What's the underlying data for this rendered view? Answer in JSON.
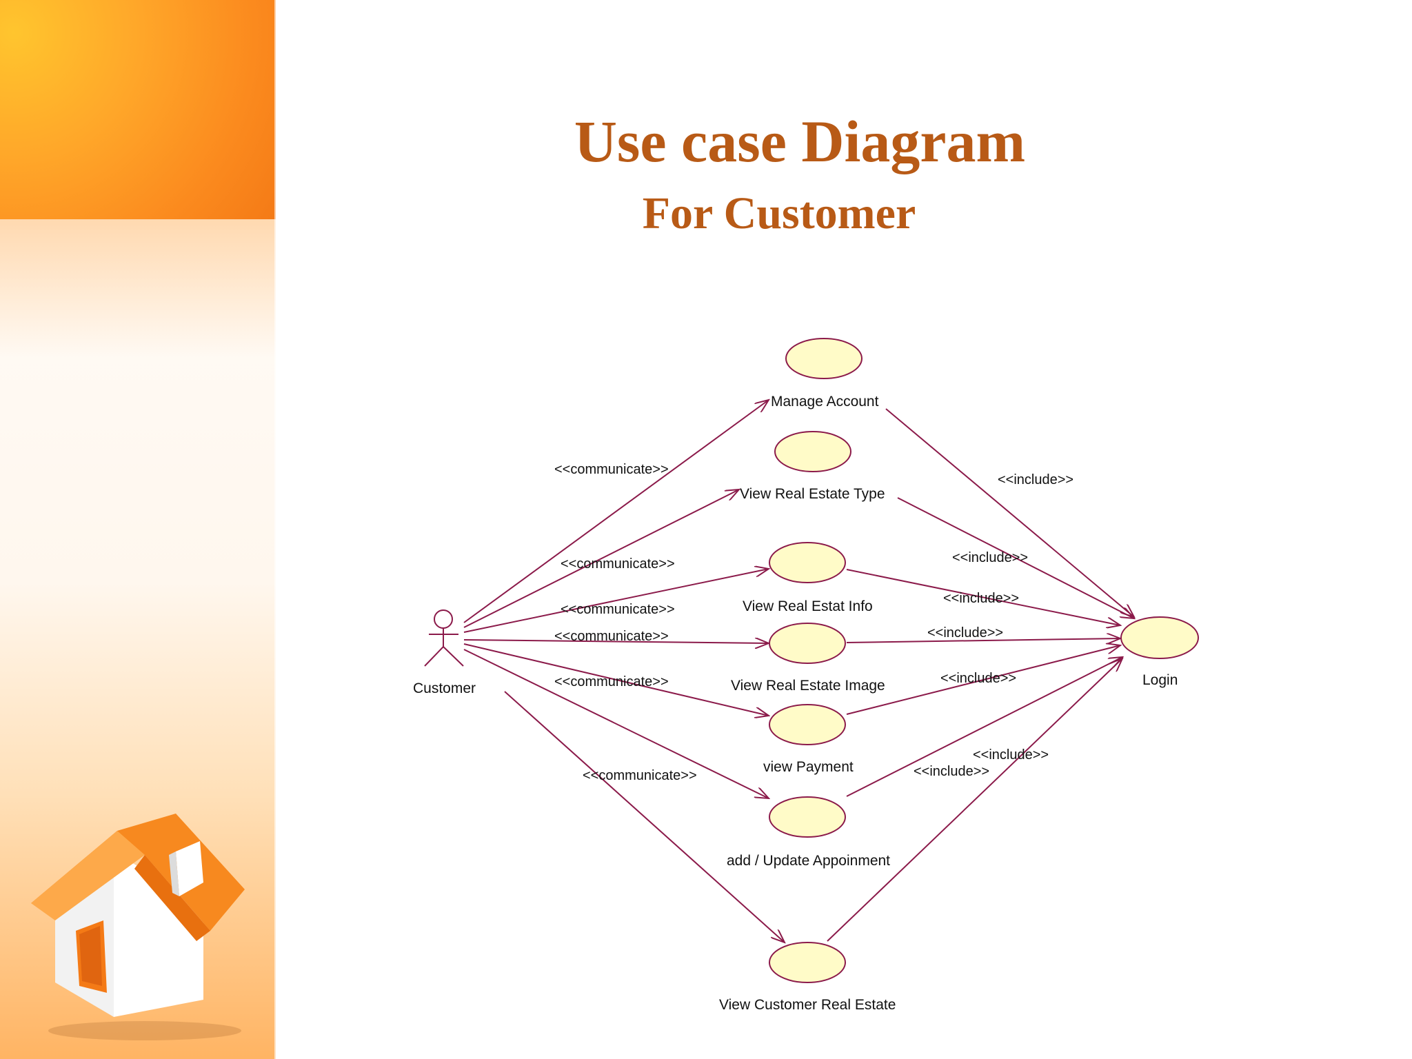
{
  "title": "Use case Diagram",
  "subtitle": "For Customer",
  "actor": {
    "name": "Customer"
  },
  "use_cases": {
    "manage_account": "Manage Account",
    "view_real_estate_type": "View Real Estate Type",
    "view_real_estat_info": "View Real Estat Info",
    "view_real_estate_image": "View Real Estate Image",
    "view_payment": "view Payment",
    "add_update_appointment": "add / Update Appoinment",
    "view_customer_real_estate": "View Customer Real Estate",
    "login": "Login"
  },
  "stereotypes": {
    "communicate": "<<communicate>>",
    "include": "<<include>>"
  },
  "relationships": {
    "communicate": [
      "Manage Account",
      "View Real Estate Type",
      "View Real Estat Info",
      "View Real Estate Image",
      "view Payment",
      "add / Update Appoinment",
      "View Customer Real Estate"
    ],
    "include_login": [
      "Manage Account",
      "View Real Estate Type",
      "View Real Estat Info",
      "View Real Estate Image",
      "view Payment",
      "add / Update Appoinment",
      "View Customer Real Estate"
    ]
  },
  "colors": {
    "title": "#b85a16",
    "line": "#8b1a4a",
    "usecase_fill": "#fffbc8",
    "accent": "#f7881f"
  },
  "icons": [
    "house-icon",
    "actor-icon"
  ]
}
